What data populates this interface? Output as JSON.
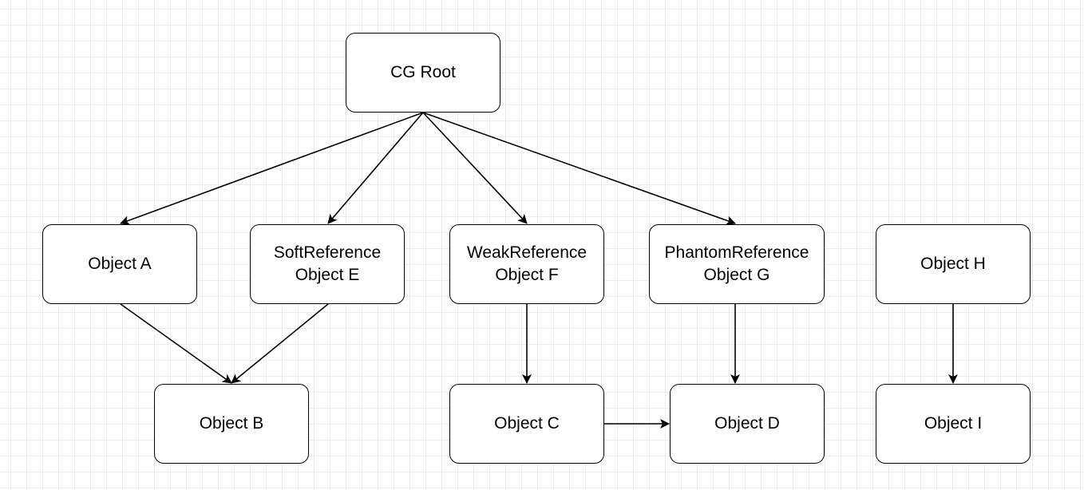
{
  "diagram": {
    "nodes": [
      {
        "id": "root",
        "label": "CG Root"
      },
      {
        "id": "a",
        "label": "Object A"
      },
      {
        "id": "e",
        "label": "SoftReference\nObject E"
      },
      {
        "id": "f",
        "label": "WeakReference\nObject F"
      },
      {
        "id": "g",
        "label": "PhantomReference\nObject G"
      },
      {
        "id": "h",
        "label": "Object H"
      },
      {
        "id": "b",
        "label": "Object B"
      },
      {
        "id": "c",
        "label": "Object C"
      },
      {
        "id": "d",
        "label": "Object D"
      },
      {
        "id": "i",
        "label": "Object I"
      }
    ],
    "edges": [
      {
        "from": "root",
        "to": "a"
      },
      {
        "from": "root",
        "to": "e"
      },
      {
        "from": "root",
        "to": "f"
      },
      {
        "from": "root",
        "to": "g"
      },
      {
        "from": "a",
        "to": "b"
      },
      {
        "from": "e",
        "to": "b"
      },
      {
        "from": "f",
        "to": "c"
      },
      {
        "from": "g",
        "to": "d"
      },
      {
        "from": "c",
        "to": "d"
      },
      {
        "from": "h",
        "to": "i"
      }
    ]
  }
}
